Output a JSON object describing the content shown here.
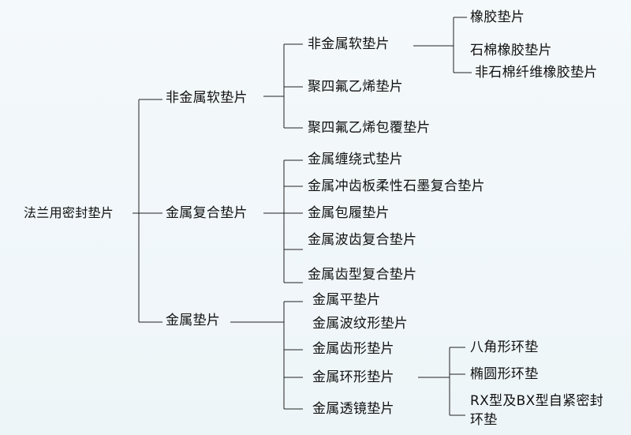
{
  "tree": {
    "root": "法兰用密封垫片",
    "groups": [
      {
        "label": "非金属软垫片",
        "children": [
          {
            "label": "非金属软垫片",
            "children": [
              "橡胶垫片",
              "石棉橡胶垫片",
              "非石棉纤维橡胶垫片"
            ]
          },
          {
            "label": "聚四氟乙烯垫片"
          },
          {
            "label": "聚四氟乙烯包覆垫片"
          }
        ]
      },
      {
        "label": "金属复合垫片",
        "children": [
          {
            "label": "金属缠绕式垫片"
          },
          {
            "label": "金属冲齿板柔性石墨复合垫片"
          },
          {
            "label": "金属包履垫片"
          },
          {
            "label": "金属波齿复合垫片"
          },
          {
            "label": "金属齿型复合垫片"
          }
        ]
      },
      {
        "label": "金属垫片",
        "children": [
          {
            "label": "金属平垫片"
          },
          {
            "label": "金属波纹形垫片"
          },
          {
            "label": "金属齿形垫片"
          },
          {
            "label": "金属环形垫片",
            "children": [
              "八角形环垫",
              "椭圆形环垫",
              "RX型及BX型自紧密封环垫"
            ]
          },
          {
            "label": "金属透镜垫片"
          }
        ]
      }
    ]
  }
}
